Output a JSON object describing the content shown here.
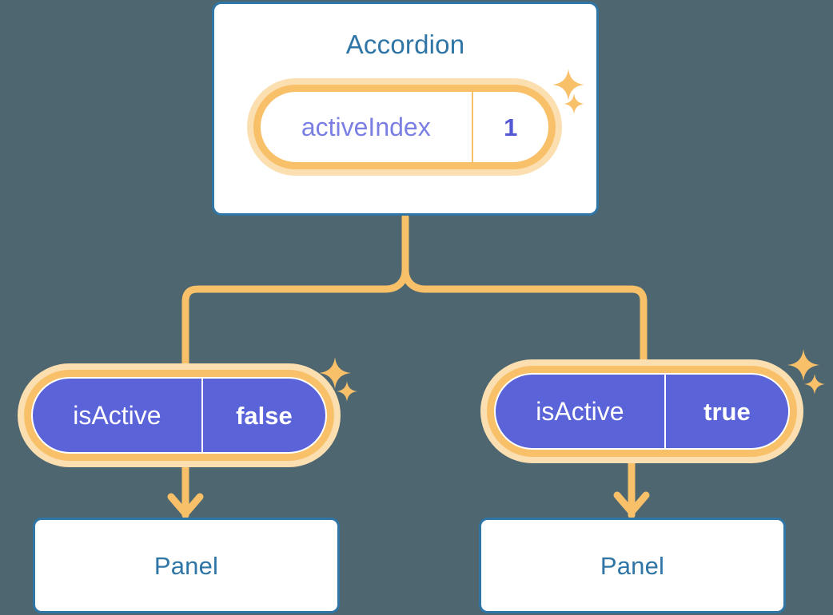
{
  "theme": {
    "background": "#4d6670",
    "card_border": "#2f76a6",
    "card_fill": "#ffffff",
    "title_text": "#2f76a6",
    "accent_orange": "#f9c06a",
    "accent_orange_halo": "#fbdfb0",
    "purple_fill": "#5a63d8",
    "purple_text_light": "#7b7fe3",
    "purple_text_bold": "#5458d2",
    "connector": "#f9c06a"
  },
  "diagram": {
    "type": "component-tree",
    "root": {
      "name": "accordion-card",
      "title": "Accordion",
      "state_pill": {
        "key": "activeIndex",
        "value": "1",
        "style": "light"
      },
      "sparkles": [
        "sparkle-big",
        "sparkle-small"
      ]
    },
    "children": [
      {
        "name": "branch-left",
        "prop_pill": {
          "key": "isActive",
          "value": "false",
          "style": "solid"
        },
        "panel": {
          "title": "Panel"
        },
        "sparkles": [
          "sparkle-big",
          "sparkle-small"
        ],
        "arrow": "arrow-down-icon"
      },
      {
        "name": "branch-right",
        "prop_pill": {
          "key": "isActive",
          "value": "true",
          "style": "solid"
        },
        "panel": {
          "title": "Panel"
        },
        "sparkles": [
          "sparkle-big",
          "sparkle-small"
        ],
        "arrow": "arrow-down-icon"
      }
    ]
  }
}
